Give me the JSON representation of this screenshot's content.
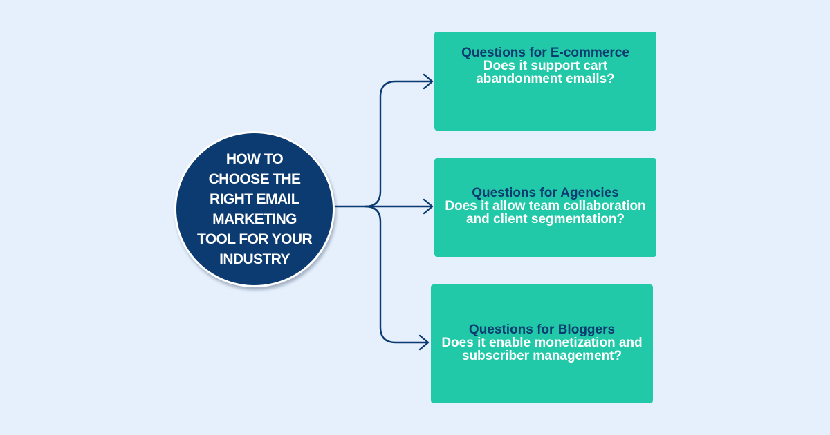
{
  "hub": {
    "title": "HOW TO CHOOSE THE RIGHT EMAIL MARKETING TOOL FOR YOUR INDUSTRY"
  },
  "cards": [
    {
      "title": "Questions for E-commerce",
      "text": "Does it support cart abandonment emails?"
    },
    {
      "title": "Questions for Agencies",
      "text": "Does it allow team collaboration and client segmentation?"
    },
    {
      "title": "Questions for Bloggers",
      "text": "Does it enable monetization and subscriber management?"
    }
  ],
  "colors": {
    "background": "#e6f0fd",
    "hub": "#0b3b70",
    "card": "#22c9a8",
    "connector": "#0b3b70"
  }
}
